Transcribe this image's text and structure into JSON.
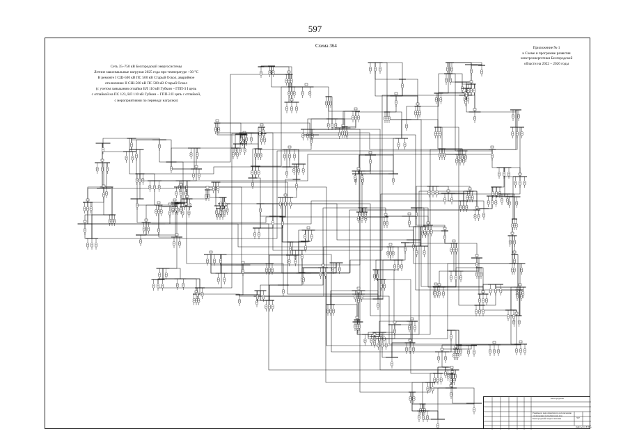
{
  "page_number": "597",
  "scheme_title": "Схема 364",
  "appendix_lines": [
    "Приложение № 1",
    "к Схеме и программе развития",
    "электроэнергетики Белгородской",
    "области на 2022 – 2026 годы"
  ],
  "heading_lines": [
    "Сеть 35–750 кВ Белгородской энергосистемы",
    "Летние максимальные нагрузки 2025 года при температуре +30 °С",
    "В ремонте I СШ-500 кВ ПС 500 кВ Старый Оскол, аварийное",
    "отключение II СШ-500 кВ ПС 500 кВ Старый Оскол",
    "(с учетом замыкания отпайки ВЛ 110 кВ Губкин – ГПП-3 I цепь",
    "с отпайкой на ПС 123, ВЛ 110 кВ Губкин – ГПП-3 II цепь с отпайкой,",
    "с мероприятиями по переводу нагрузки)"
  ],
  "title_block": {
    "header": "Белгородская",
    "desc": "Режимы и мероприятия по исключению отключения потребителей для Белгородской энергосистемы",
    "sheet": "597",
    "org": "ОАО «СО ЕЭС»"
  },
  "colors": {
    "line": "#1a1a1a",
    "background": "#ffffff"
  }
}
